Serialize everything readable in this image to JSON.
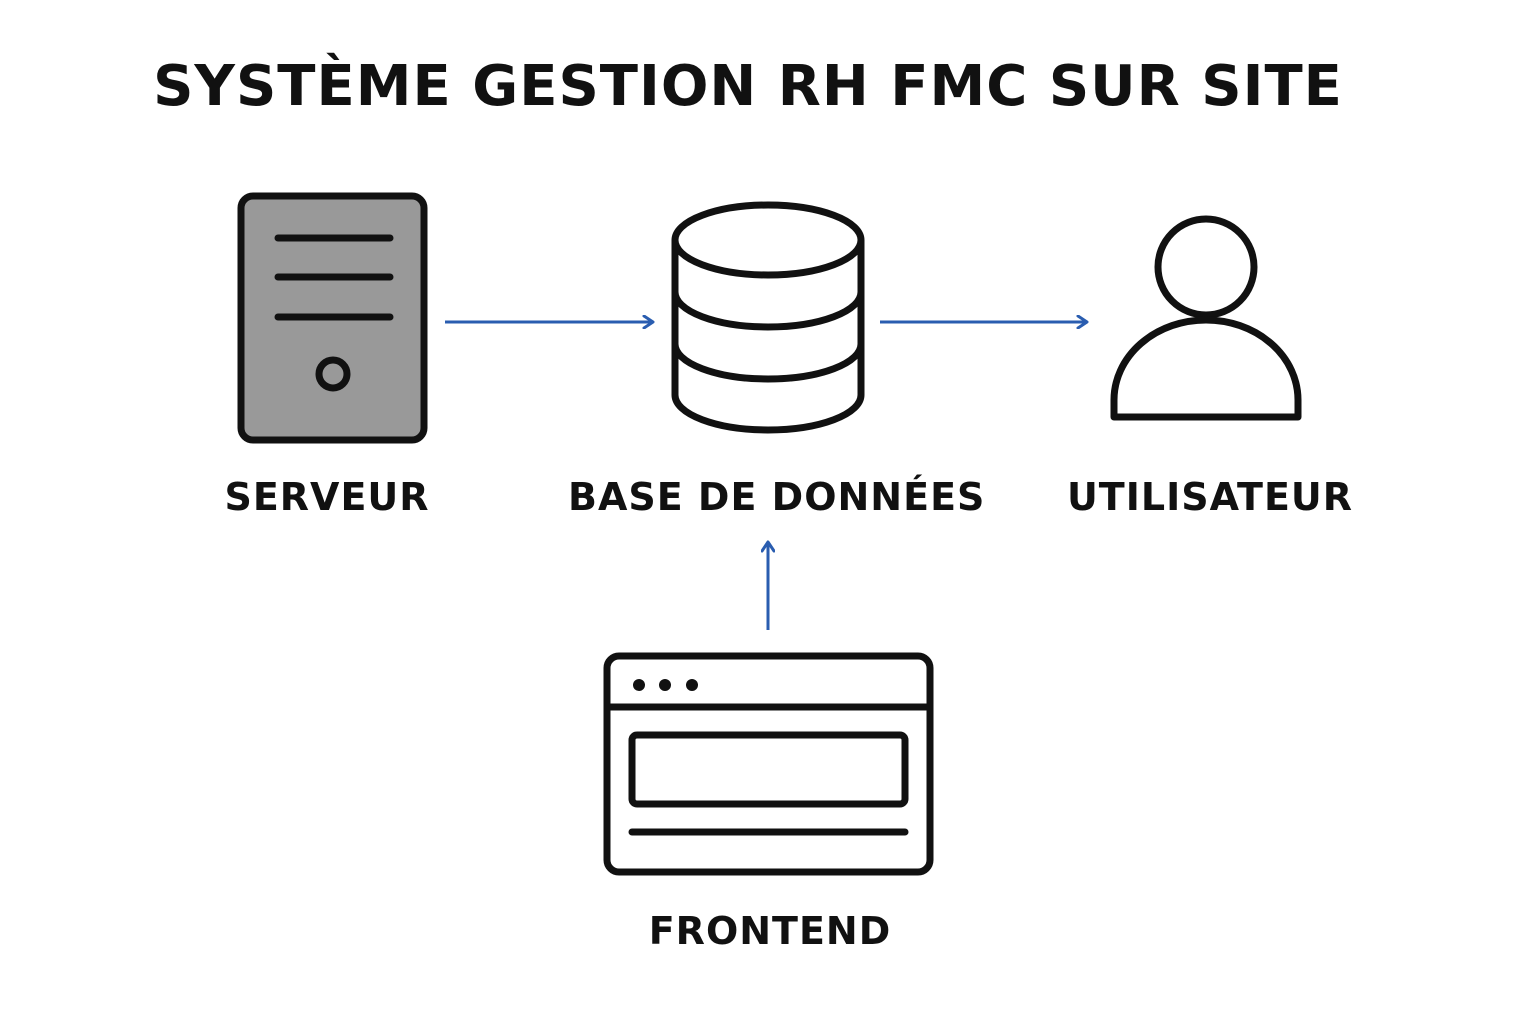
{
  "title": "SYSTÈME GESTION RH FMC SUR SITE",
  "colors": {
    "arrow": "#2a5db0",
    "stroke": "#111111",
    "server_fill": "#999999",
    "background": "#ffffff"
  },
  "nodes": {
    "server": {
      "label": "SERVEUR",
      "icon": "server-icon"
    },
    "database": {
      "label": "BASE DE DONNÉES",
      "icon": "database-icon"
    },
    "user": {
      "label": "UTILISATEUR",
      "icon": "user-icon"
    },
    "frontend": {
      "label": "FRONTEND",
      "icon": "browser-window-icon"
    }
  },
  "edges": [
    {
      "from": "server",
      "to": "database"
    },
    {
      "from": "database",
      "to": "user"
    },
    {
      "from": "frontend",
      "to": "database"
    }
  ]
}
